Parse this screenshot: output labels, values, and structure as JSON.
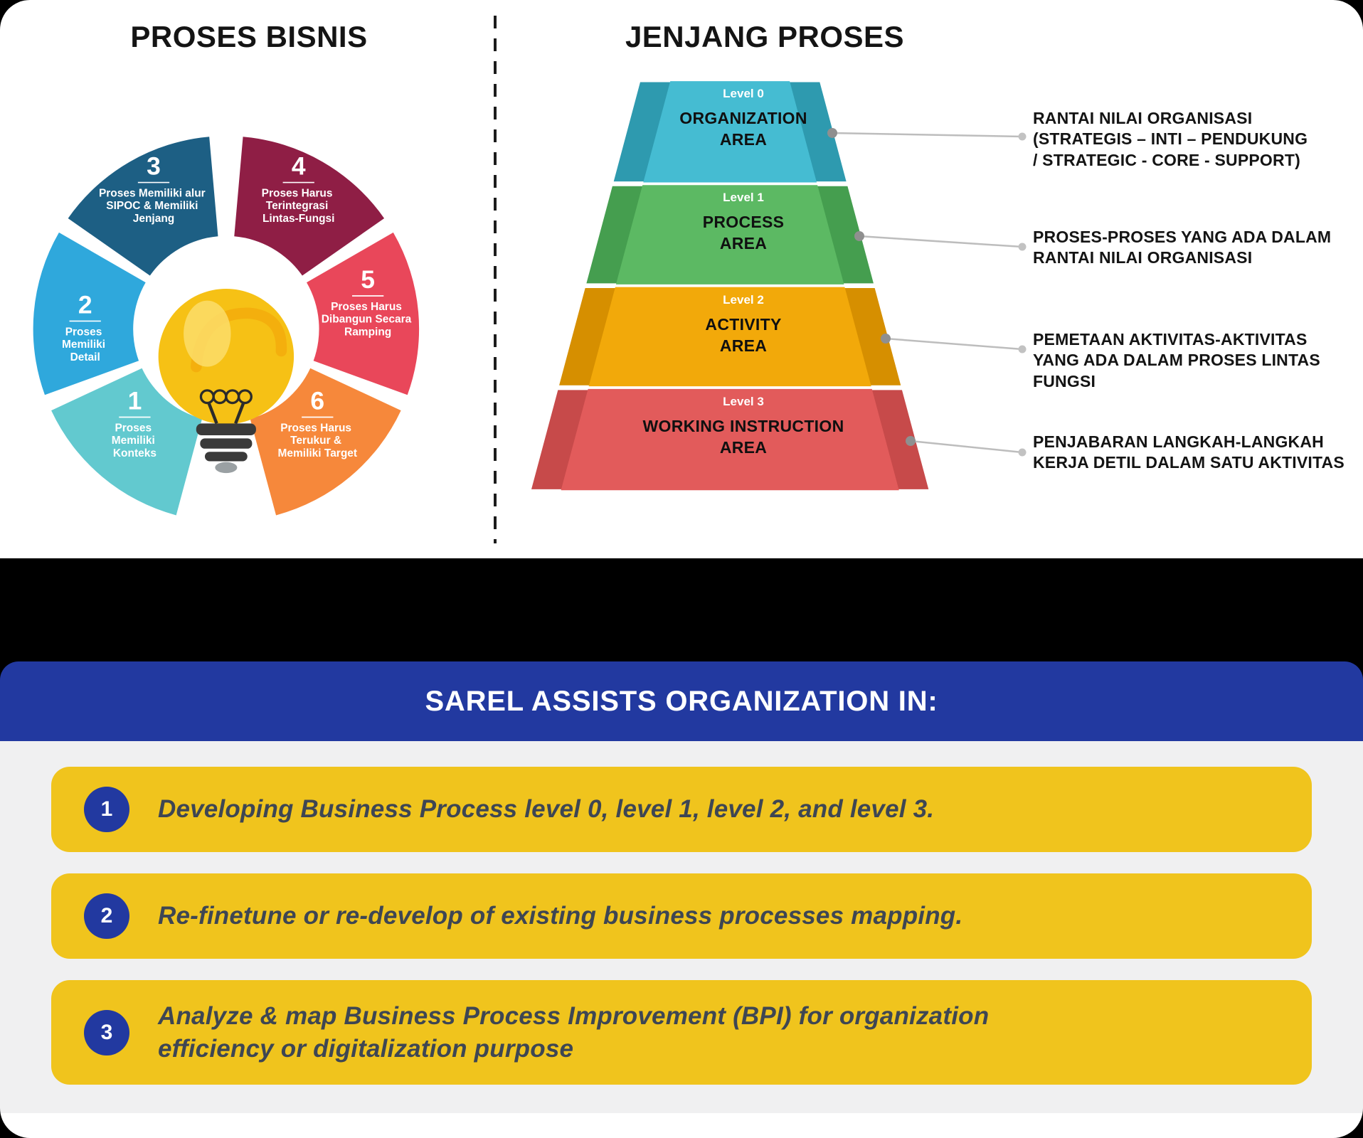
{
  "left_diagram": {
    "title": "PROSES BISNIS",
    "segments": [
      {
        "num": "1",
        "lines": [
          "Proses",
          "Memiliki",
          "Konteks"
        ],
        "color": "#62C9CF"
      },
      {
        "num": "2",
        "lines": [
          "Proses",
          "Memiliki",
          "Detail"
        ],
        "color": "#2FA8DC"
      },
      {
        "num": "3",
        "lines": [
          "Proses Memiliki alur",
          "SIPOC & Memiliki",
          "Jenjang"
        ],
        "color": "#1D5F84"
      },
      {
        "num": "4",
        "lines": [
          "Proses Harus",
          "Terintegrasi",
          "Lintas-Fungsi"
        ],
        "color": "#8F1E45"
      },
      {
        "num": "5",
        "lines": [
          "Proses Harus",
          "Dibangun Secara",
          "Ramping"
        ],
        "color": "#E9475A"
      },
      {
        "num": "6",
        "lines": [
          "Proses Harus",
          "Terukur &",
          "Memiliki Target"
        ],
        "color": "#F6883B"
      }
    ]
  },
  "right_diagram": {
    "title": "JENJANG PROSES",
    "levels": [
      {
        "level": "Level 0",
        "area": "ORGANIZATION\nAREA",
        "color": "#45BCD2",
        "side": "#2E9AAF",
        "desc": "RANTAI NILAI ORGANISASI\n(STRATEGIS – INTI – PENDUKUNG\n/ STRATEGIC - CORE - SUPPORT)"
      },
      {
        "level": "Level 1",
        "area": "PROCESS\nAREA",
        "color": "#5CB963",
        "side": "#459E4F",
        "desc": "PROSES-PROSES YANG ADA DALAM\nRANTAI NILAI ORGANISASI"
      },
      {
        "level": "Level 2",
        "area": "ACTIVITY\nAREA",
        "color": "#F2A90A",
        "side": "#D68F00",
        "desc": "PEMETAAN AKTIVITAS-AKTIVITAS\nYANG ADA DALAM PROSES LINTAS FUNGSI"
      },
      {
        "level": "Level 3",
        "area": "WORKING INSTRUCTION\nAREA",
        "color": "#E25B5B",
        "side": "#C74A4A",
        "desc": "PENJABARAN LANGKAH-LANGKAH\nKERJA DETIL DALAM SATU AKTIVITAS"
      }
    ]
  },
  "bottom": {
    "header": "SAREL ASSISTS ORGANIZATION IN:",
    "accent_blue": "#2239A0",
    "card_yellow": "#F0C41D",
    "items": [
      {
        "num": "1",
        "text": "Developing Business Process level 0, level 1, level 2, and level 3."
      },
      {
        "num": "2",
        "text": "Re-finetune or re-develop of existing business processes mapping."
      },
      {
        "num": "3",
        "text": "Analyze & map Business Process Improvement (BPI) for organization\nefficiency or digitalization purpose"
      }
    ]
  }
}
